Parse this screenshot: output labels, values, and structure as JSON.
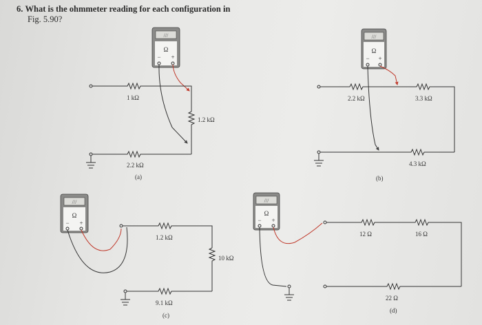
{
  "question": {
    "number": "6.",
    "line1": "What is the ohmmeter reading for each configuration in",
    "line2": "Fig. 5.90?"
  },
  "meter": {
    "unit_symbol": "Ω",
    "minus": "−",
    "plus": "+",
    "display_text": "///"
  },
  "figures": {
    "a": {
      "caption": "(a)",
      "resistors": [
        "1 kΩ",
        "1.2 kΩ",
        "2.2 kΩ"
      ]
    },
    "b": {
      "caption": "(b)",
      "resistors": [
        "2.2 kΩ",
        "3.3 kΩ",
        "4.3 kΩ"
      ]
    },
    "c": {
      "caption": "(c)",
      "resistors": [
        "1.2 kΩ",
        "10 kΩ",
        "9.1 kΩ"
      ]
    },
    "d": {
      "caption": "(d)",
      "resistors": [
        "12 Ω",
        "16 Ω",
        "22 Ω"
      ]
    }
  }
}
